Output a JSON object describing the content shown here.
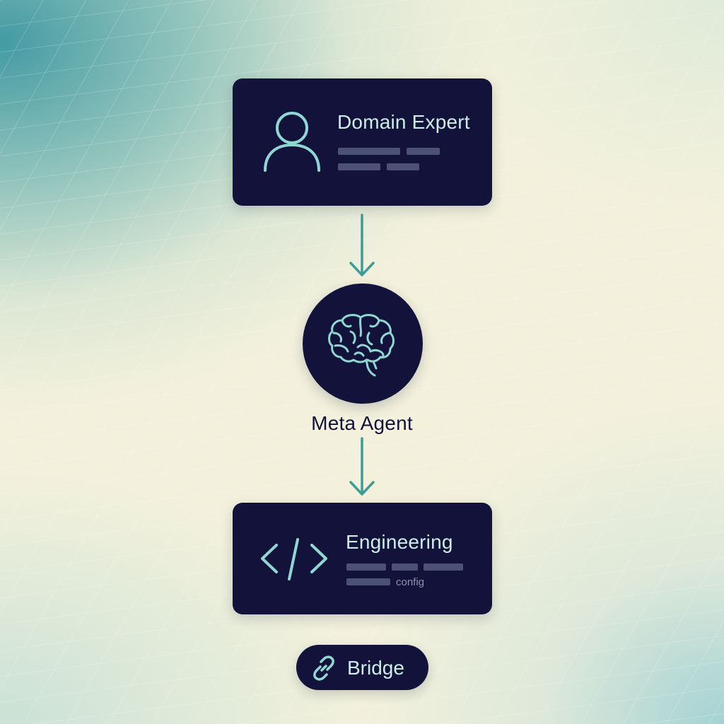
{
  "nodes": {
    "domain_expert": {
      "title": "Domain Expert",
      "icon": "user-icon"
    },
    "meta_agent": {
      "label": "Meta Agent",
      "icon": "brain-icon"
    },
    "engineering": {
      "title": "Engineering",
      "icon": "code-icon",
      "config_label": "config"
    }
  },
  "badge": {
    "label": "Bridge",
    "icon": "link-icon"
  },
  "colors": {
    "card": "#12123a",
    "accent_teal": "#3e9c98",
    "icon_stroke": "#8fd8d2",
    "placeholder_bar": "#4e5176"
  }
}
